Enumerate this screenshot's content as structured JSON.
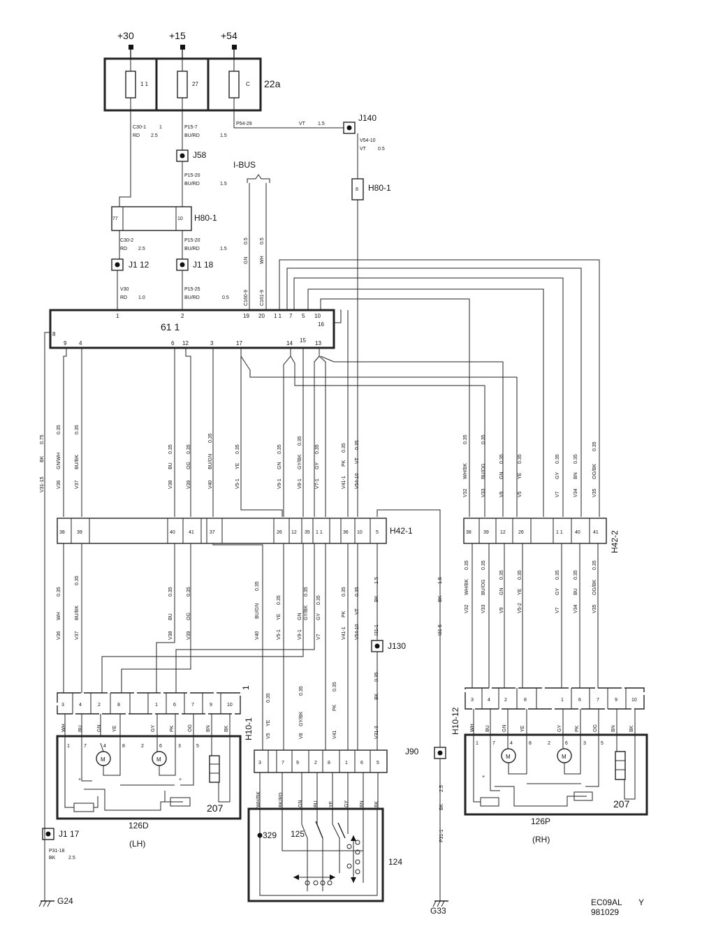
{
  "supplies": {
    "s30": "+30",
    "s15": "+15",
    "s54": "+54"
  },
  "fusebox": {
    "ref": "22a",
    "f1": "1 1",
    "f2": "27",
    "f3": "C"
  },
  "wires_top": {
    "c301": "C30-1",
    "c301_n": "1",
    "c301_c": "RD",
    "c301_s": "2.5",
    "p157": "P15-7",
    "p157_c": "BU/RD",
    "p157_s": "1.5",
    "p5429": "P54-29",
    "p5429_c": "VT",
    "p5429_s": "1.5",
    "v5410": "V54-10",
    "v5410_c": "VT",
    "v5410_s": "0.5",
    "p1520": "P15-20",
    "p1520_c": "BU/RD",
    "p1520_s": "1.5",
    "c302": "C30-2",
    "c302_c": "RD",
    "c302_s": "2.5",
    "v30": "V30",
    "v30_c": "RD",
    "v30_s": "1.0",
    "p1525": "P15-25",
    "p1525_c": "BU/RD",
    "p1525_s": "0.5",
    "c1609": "C160-9",
    "c1619": "C161-9",
    "gn": "GN",
    "wh": "WH",
    "s05": "0.5"
  },
  "junctions": {
    "j140": "J140",
    "j58": "J58",
    "j1_12": "J1  12",
    "j1_18": "J1  18",
    "j130": "J130",
    "j90": "J90",
    "j1_17": "J1  17"
  },
  "ibus": "I-BUS",
  "connectors": {
    "h80_1a": "H80-1",
    "h80_1b": "H80-1",
    "h80_pin8": "8",
    "h80_pin77": "77",
    "h80_pin10": "10",
    "h42_1": "H42-1",
    "h42_2": "H42-2",
    "h10_1": "H10-1",
    "h10_1_n": "1",
    "h10_12": "H10-12"
  },
  "module": {
    "name": "61  1",
    "pins_top": [
      "1",
      "2",
      "19",
      "20",
      "1 1",
      "7",
      "5",
      "10",
      "16"
    ],
    "pins_bottom": [
      "8",
      "9",
      "4",
      "6",
      "12",
      "3",
      "17",
      "14",
      "15",
      "13"
    ]
  },
  "mid_wires_left": [
    {
      "id": "V36",
      "c": "GN/WH",
      "s": "0.35"
    },
    {
      "id": "V37",
      "c": "BU/BK",
      "s": "0.35"
    },
    {
      "id": "V38",
      "c": "BU",
      "s": "0.35"
    },
    {
      "id": "V39",
      "c": "OG",
      "s": "0.35"
    },
    {
      "id": "V40",
      "c": "BU/GN",
      "s": "0.35"
    },
    {
      "id": "V5-1",
      "c": "YE",
      "s": "0.35"
    },
    {
      "id": "V9-1",
      "c": "GN",
      "s": "0.35"
    },
    {
      "id": "V8-1",
      "c": "GY/BK",
      "s": "0.35"
    },
    {
      "id": "V7-1",
      "c": "GY",
      "s": "0.35"
    },
    {
      "id": "V41-1",
      "c": "PK",
      "s": "0.35"
    },
    {
      "id": "V54-10",
      "c": "VT",
      "s": "0.35"
    }
  ],
  "v3115": {
    "id": "V31-15",
    "c": "BK",
    "s": "0.75"
  },
  "mid_wires_right": [
    {
      "id": "V32",
      "c": "WH/BK",
      "s": "0.35"
    },
    {
      "id": "V33",
      "c": "BU/OG",
      "s": "0.35"
    },
    {
      "id": "V9",
      "c": "GN",
      "s": "0.35"
    },
    {
      "id": "V5",
      "c": "YE",
      "s": "0.35"
    },
    {
      "id": "V7",
      "c": "GY",
      "s": "0.35"
    },
    {
      "id": "V34",
      "c": "BN",
      "s": "0.35"
    },
    {
      "id": "V35",
      "c": "OG/BK",
      "s": "0.35"
    }
  ],
  "h421_pins": [
    "38",
    "39",
    "40",
    "41",
    "37",
    "26",
    "12",
    "35",
    "1 1",
    "36",
    "10",
    "5"
  ],
  "h422_pins": [
    "38",
    "39",
    "12",
    "26",
    "1 1",
    "40",
    "41"
  ],
  "low_wires_left": [
    {
      "id": "V36",
      "c": "WH",
      "s": "0.35"
    },
    {
      "id": "V37",
      "c": "BU/BK",
      "s": "0.35"
    },
    {
      "id": "V38",
      "c": "BU",
      "s": "0.35"
    },
    {
      "id": "V39",
      "c": "OG",
      "s": "0.35"
    },
    {
      "id": "V40",
      "c": "BU/GN",
      "s": "0.35"
    },
    {
      "id": "V5-1",
      "c": "YE",
      "s": "0.35"
    },
    {
      "id": "V9-1",
      "c": "GN",
      "s": ""
    },
    {
      "id": "V8-1",
      "c": "GY/BK",
      "s": "0.35"
    },
    {
      "id": "V7",
      "c": "GY",
      "s": "0.35"
    },
    {
      "id": "V41-1",
      "c": "PK",
      "s": "0.35"
    },
    {
      "id": "V54-10",
      "c": "VT",
      "s": "0.35"
    },
    {
      "id": "I31-1",
      "c": "BK",
      "s": "1.5"
    }
  ],
  "low_wires_right": [
    {
      "id": "V32",
      "c": "WH/BK",
      "s": "0.35"
    },
    {
      "id": "V33",
      "c": "BU/OG",
      "s": "0.35"
    },
    {
      "id": "V9",
      "c": "GN",
      "s": "0.35"
    },
    {
      "id": "V5-2",
      "c": "YE",
      "s": "0.35"
    },
    {
      "id": "V7",
      "c": "GY",
      "s": "0.35"
    },
    {
      "id": "V34",
      "c": "BU",
      "s": "0.35"
    },
    {
      "id": "V35",
      "c": "OG/BK",
      "s": "0.35"
    }
  ],
  "i315": {
    "id": "I31-5",
    "c": "BK",
    "s": "1.5"
  },
  "h10_pins": [
    "3",
    "4",
    "2",
    "8",
    "1",
    "6",
    "7",
    "9",
    "10"
  ],
  "j90_pins": [
    "3",
    "7",
    "9",
    "2",
    "8",
    "1",
    "6",
    "5"
  ],
  "j90_in": {
    "v5": "V5",
    "s1": "0.35",
    "v8": "V8",
    "s2": "0.35",
    "v41": "V41",
    "s3": "0.35",
    "v313": "V31-3",
    "s4": "0.35",
    "ye": "YE",
    "gybk": "GY/BK",
    "pk": "PK",
    "bk": "BK"
  },
  "j90_out": [
    "WH/BK",
    "BK/RD",
    "GN",
    "BU",
    "YE",
    "GY",
    "BN",
    "BK"
  ],
  "lh_colors": [
    "WH",
    "BU",
    "GN",
    "YE",
    "GY",
    "PK",
    "OG",
    "BN",
    "BK"
  ],
  "rh_colors": [
    "WH",
    "BU",
    "GN",
    "YE",
    "GY",
    "PK",
    "OG",
    "BN",
    "BK"
  ],
  "mirror_pins": [
    "1",
    "7",
    "4",
    "8",
    "2",
    "6",
    "3",
    "5"
  ],
  "m": "M",
  "plus": "+",
  "mirrors": {
    "lh": "126D",
    "lh_side": "(LH)",
    "rh": "126P",
    "rh_side": "(RH)",
    "heater": "207"
  },
  "switch": {
    "s329": "329",
    "s125": "125",
    "s124": "124"
  },
  "grounds": {
    "g24": "G24",
    "g33": "G33",
    "p3118": "P31-18",
    "p3118_c": "BK",
    "p3118_s": "2.5",
    "p311": "P31-1",
    "p311_c": "BK",
    "p311_s": "2.5"
  },
  "footer": {
    "code": "EC09AL",
    "y": "Y",
    "date": "981029"
  }
}
